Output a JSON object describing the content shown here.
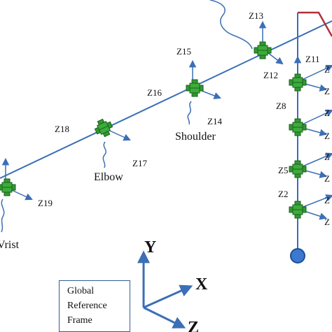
{
  "joint_labels": {
    "z2": "Z2",
    "z5": "Z5",
    "z8": "Z8",
    "z11": "Z11",
    "z12": "Z12",
    "z13": "Z13",
    "z14": "Z14",
    "z15": "Z15",
    "z16": "Z16",
    "z17": "Z17",
    "z18": "Z18",
    "z19": "Z19",
    "right_edge_partial": "Z"
  },
  "part_labels": {
    "shoulder": "Shoulder",
    "elbow": "Elbow",
    "wrist": "Vrist"
  },
  "global_frame": {
    "title_line1": "Global",
    "title_line2": "Reference",
    "title_line3": "Frame",
    "x": "X",
    "y": "Y",
    "z": "Z"
  },
  "colors": {
    "link": "#3b6fb6",
    "joint_green": "#2e9a2e",
    "joint_dark": "#1d5f1d",
    "base_blue": "#3b78d0",
    "flag_red": "#b0303a",
    "text": "#111111"
  }
}
